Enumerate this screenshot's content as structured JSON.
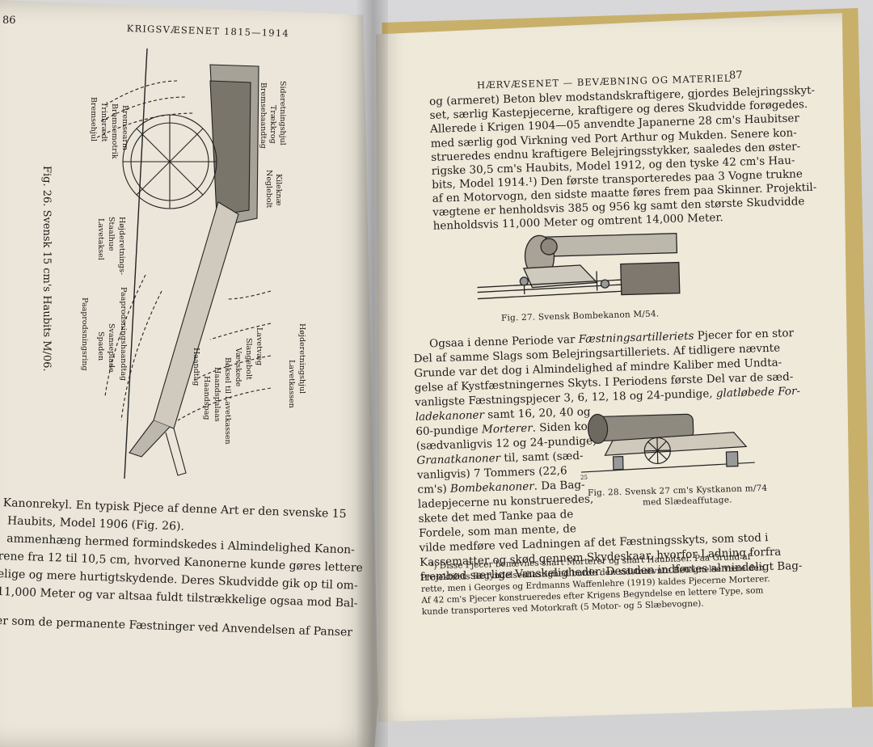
{
  "left_page": {
    "page_number": "86",
    "header": "KRIGSVÆSENET 1815—1914",
    "figure_caption": "Fig. 26. Svensk 15 cm's Haubits M/06.",
    "labels_left": [
      "Bremsehjul",
      "Trinbrædt",
      "Bremsemotrik",
      "Bremsearm"
    ],
    "labels_top": [
      "Sideretningshjul",
      "Trækkrog",
      "Bremsehaandtag"
    ],
    "labels_bottom": [
      "Lavetaksel",
      "Staalhue",
      "Højderetnings-",
      "Paaprodsningshaandtag",
      "Svanseplade",
      "Spaden",
      "Paaprodsningsring"
    ],
    "labels_right": [
      "Kileknæ",
      "Neglebolt",
      "Lavetvæg",
      "Slangebolt",
      "Vævskede",
      "Bøksel til Lavetkassen",
      "Haandspalaas",
      "Haandspag",
      "Haandtag",
      "Lavetkassen",
      "Højderetningshjul"
    ],
    "text_lines": [
      "Kanonrekyl. En typisk Pjece af denne Art er den svenske 15",
      "Haubits, Model 1906 (Fig. 26).",
      "ammenhæng hermed formindskedes i Almindelighed Kanon-",
      "rene fra 12 til 10,5 cm, hvorved Kanonerne kunde gøres lettere",
      "elige og mere hurtigtskydende. Deres Skudvidde gik op til om-",
      "11,000 Meter og var altsaa fuldt tilstrækkelige ogsaa mod Bal-",
      "er som de permanente Fæstninger ved Anvendelsen af Panser"
    ]
  },
  "right_page": {
    "page_number": "87",
    "header": "HÆRVÆSENET — BEVÆBNING OG MATERIEL",
    "para1": [
      "og (armeret) Beton blev modstandskraftigere, gjordes Belejringsskyt-",
      "set, særlig Kastepjecerne, kraftigere og deres Skudvidde forøgedes.",
      "Allerede i Krigen 1904—05 anvendte Japanerne 28 cm's Haubitser",
      "med særlig god Virkning ved Port Arthur og Mukden. Senere kon-",
      "strueredes endnu kraftigere Belejringsstykker, saaledes den øster-",
      "rigske 30,5 cm's Haubits, Model 1912, og den tyske 42 cm's Hau-",
      "bits, Model 1914.¹) Den første transporteredes paa 3 Vogne trukne",
      "af en Motorvogn, den sidste maatte føres frem paa Skinner. Projektil-",
      "vægtene er henholdsvis 385 og 956 kg samt den største Skudvidde",
      "henholdsvis 11,000 Meter og omtrent 14,000 Meter."
    ],
    "fig27_caption": "Fig. 27. Svensk Bombekanon M/54.",
    "para2_lines": {
      "l1_a": "Ogsaa i denne Periode var ",
      "l1_b": "Fæstningsartilleriets",
      "l1_c": " Pjecer for en stor",
      "l2": "Del af samme Slags som Belejringsartilleriets. Af tidligere nævnte",
      "l3": "Grunde var det dog i Almindelighed af mindre Kaliber med Undta-",
      "l4": "gelse af Kystfæstningernes Skyts. I Periodens første Del var de sæd-",
      "l5_a": "vanligste Fæstningspjecer 3, 6, 12, 18 og 24-pundige, ",
      "l5_b": "glatløbede For-",
      "l6_a": "ladekanoner",
      "l6_b": " samt 16, 20, 40 og",
      "l7_a": "60-pundige ",
      "l7_b": "Morterer",
      "l7_c": ". Siden kom",
      "l8": "(sædvanligvis 12 og 24-pundige)",
      "l9_a": "Granatkanoner",
      "l9_b": " til, samt (sæd-",
      "l10": "vanligvis)  7  Tommers  (22,6",
      "l11_a": "cm's) ",
      "l11_b": "Bombekanoner",
      "l11_c": ".  Da  Bag-",
      "l12": "ladepjecerne nu konstrueredes,",
      "l13": "skete det med Tanke paa de",
      "l14": "Fordele,   som  man  mente,  de",
      "l15": "vilde medføre ved Ladningen af det Fæstningsskyts, som stod i",
      "l16": "Kassematter og skød gennem Skydeskaar, hvorfor Ladning forfra",
      "l17": "frembød særlige Vanskeligheder. Desuden indførtes almindeligt Bag-"
    },
    "fig28_caption": [
      "Fig. 28. Svensk 27 cm's Kystkanon m/74",
      "med Slædeaffutage."
    ],
    "fig28_mark": "25",
    "footnote": [
      "¹) Disse Pjecer benævnes snart Morterer og snart Haubitser. Paa Grund af",
      "Projektilets Begyndelseshastighed burde den sidstnævnte Betegnelse være den",
      "rette, men i Georges og Erdmanns Waffenlehre (1919) kaldes Pjecerne Morterer.",
      "Af 42 cm's Pjecer konstrueredes efter Krigens Begyndelse en lettere Type, som",
      "kunde transporteres ved Motorkraft (5 Motor- og 5 Slæbevogne)."
    ]
  }
}
